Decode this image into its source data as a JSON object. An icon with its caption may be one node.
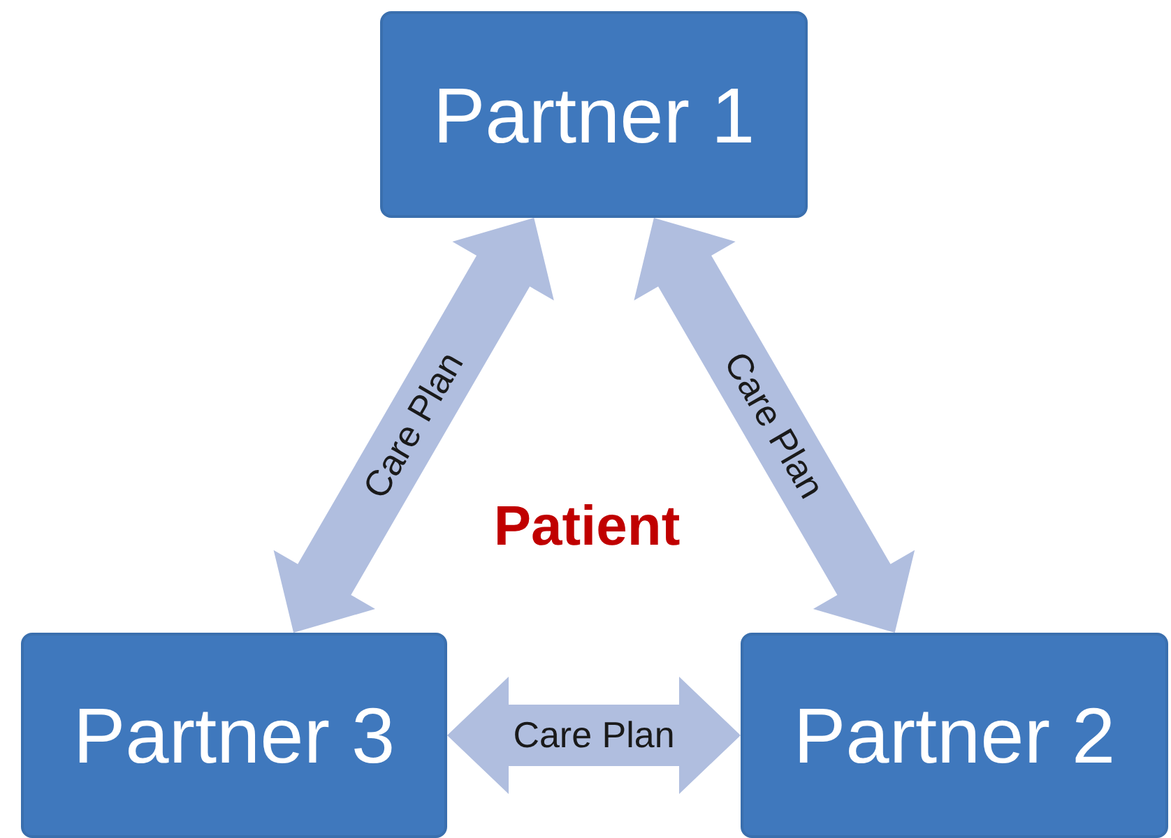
{
  "diagram": {
    "nodes": [
      {
        "text": [
          "Partner 1"
        ]
      },
      {
        "text": [
          "Partner 2"
        ]
      },
      {
        "text": [
          "Partner 3"
        ]
      }
    ],
    "edges": [
      {
        "from": 0,
        "to": 2,
        "arrow": "both",
        "label": "Care Plan"
      },
      {
        "from": 0,
        "to": 1,
        "arrow": "both",
        "label": "Care Plan"
      },
      {
        "from": 2,
        "to": 1,
        "arrow": "both",
        "label": "Care Plan"
      }
    ],
    "labels": [
      "Patient"
    ]
  }
}
